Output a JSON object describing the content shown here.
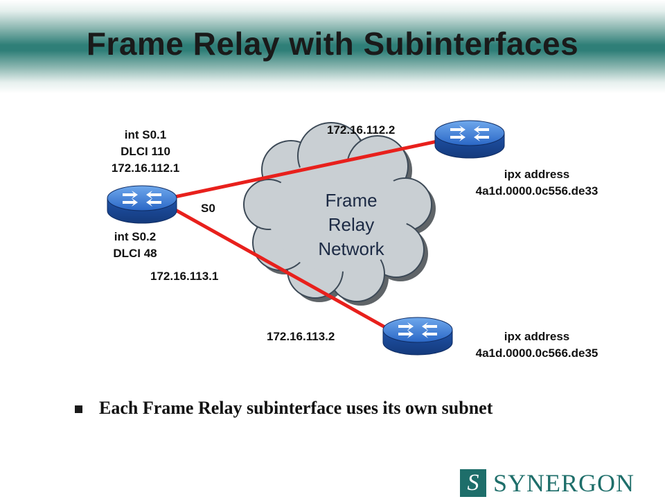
{
  "title": "Frame Relay with Subinterfaces",
  "cloud": {
    "line1": "Frame",
    "line2": "Relay",
    "line3": "Network"
  },
  "left_router": {
    "sub1_int": "int S0.1",
    "sub1_dlci": "DLCI 110",
    "sub1_ip": "172.16.112.1",
    "sub2_int": "int S0.2",
    "sub2_dlci": "DLCI 48",
    "sub2_ip": "172.16.113.1",
    "serial": "S0"
  },
  "top_router": {
    "ip": "172.16.112.2",
    "ipx_label": "ipx address",
    "ipx_value": "4a1d.0000.0c556.de33"
  },
  "bottom_router": {
    "ip": "172.16.113.2",
    "ipx_label": "ipx address",
    "ipx_value": "4a1d.0000.0c566.de35"
  },
  "bullet": "Each Frame Relay subinterface uses its own subnet",
  "logo": {
    "mark": "S",
    "text": "SYNERGON"
  },
  "colors": {
    "link": "#e8201c",
    "router": "#2f6ecb",
    "cloud": "#c9cfd3",
    "brand": "#1e6e6a"
  }
}
